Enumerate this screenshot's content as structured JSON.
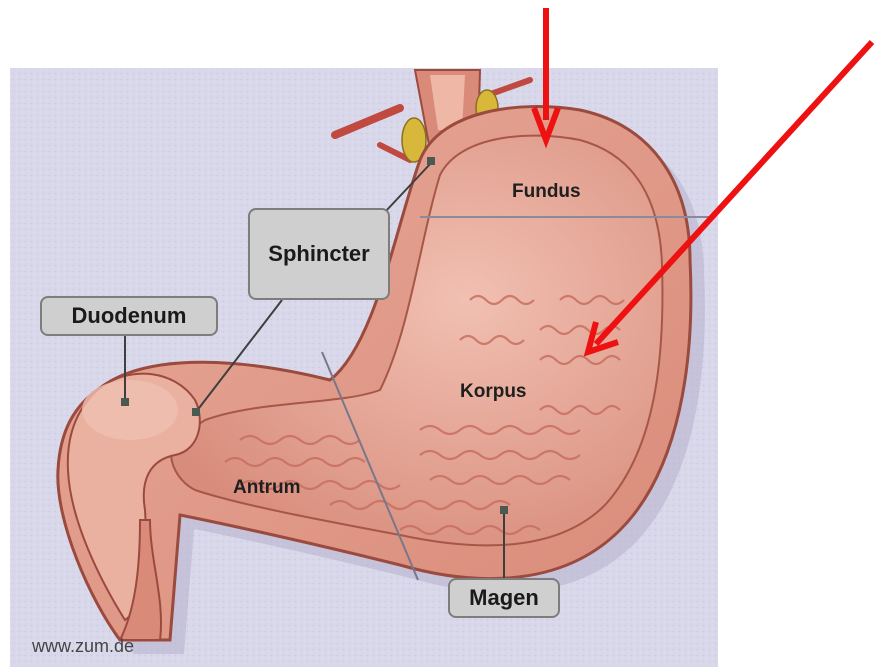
{
  "diagram": {
    "labels": {
      "sphincter": "Sphincter",
      "duodenum": "Duodenum",
      "magen": "Magen"
    },
    "regions": {
      "fundus": "Fundus",
      "korpus": "Korpus",
      "antrum": "Antrum"
    },
    "credit": "www.zum.de"
  },
  "colors": {
    "background": "#d9d8ea",
    "stomach_outer": "#d98a78",
    "stomach_inner": "#eab0a0",
    "wall_edge": "#9b4a3e",
    "arrow": "#ee1111",
    "label_box": "#cfcfcf",
    "label_border": "#7d7d7d"
  }
}
